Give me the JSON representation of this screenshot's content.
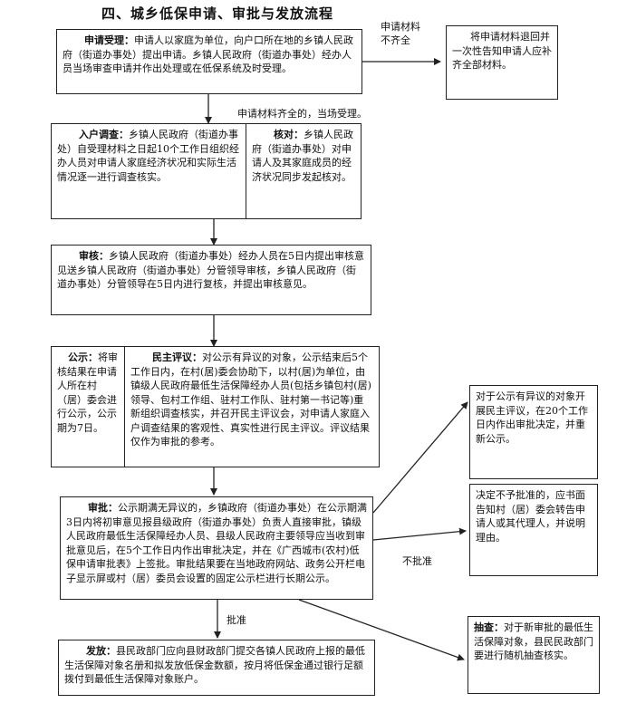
{
  "title": "四、城乡低保申请、审批与发放流程",
  "boxes": {
    "accept": {
      "label": "申请受理：",
      "text": "申请人以家庭为单位，向户口所在地的乡镇人民政府（街道办事处）提出申请。乡镇人民政府（街道办事处）经办人员当场审查申请并作出处理或在低保系统及时受理。"
    },
    "incomplete": {
      "text": "将申请材料退回并一次性告知申请人应补齐全部材料。"
    },
    "survey": {
      "label": "入户调查：",
      "text": "乡镇人民政府（街道办事处）自受理材料之日起10个工作日组织经办人员对申请人家庭经济状况和实际生活情况逐一进行调查核实。"
    },
    "verify": {
      "label": "核对：",
      "text": "乡镇人民政府（街道办事处）对申请人及其家庭成员的经济状况同步发起核对。"
    },
    "review": {
      "label": "审核：",
      "text": "乡镇人民政府（街道办事处）经办人员在5日内提出审核意见送乡镇人民政府（街道办事处）分管领导审核，乡镇人民政府（街道办事处）分管领导在5日内进行复核，并提出审核意见。"
    },
    "publicity": {
      "label": "公示：",
      "text": "将审核结果在申请人所在村（居）委会进行公示，公示期为7日。"
    },
    "democratic": {
      "label": "民主评议：",
      "text": "对公示有异议的对象，公示结束后5个工作日内，在村(居)委会协助下，以村(居)为单位，由镇级人民政府最低生活保障经办人员(包括乡镇包村(居)领导、包村工作组、驻村工作队、驻村第一书记等)重新组织调查核实，并召开民主评议会，对申请人家庭入户调查结果的客观性、真实性进行民主评议。评议结果仅作为审批的参考。"
    },
    "approval": {
      "label": "审批：",
      "text": "公示期满无异议的，乡镇政府（街道办事处）在公示期满3日内将初审意见报县级政府（街道办事处）负责人直接审批，镇级人民政府最低生活保障经办人员、县级人民政府主要领导应当收到审批意见后，在5个工作日内作出审批决定，并在《广西城市(农村)低保申请审批表》上签批。审批结果要在当地政府网站、政务公开栏电子显示屏或村（居）委员会设置的固定公示栏进行长期公示。"
    },
    "objection": {
      "text": "对于公示有异议的对象开展民主评议，在20个工作日内作出审批决定，并重新公示。"
    },
    "reject": {
      "text": "决定不予批准的，应书面告知村（居）委会转告申请人或其代理人，并说明理由。"
    },
    "payment": {
      "label": "发放：",
      "text": "县民政部门应向县财政部门提交各镇人民政府上报的最低生活保障对象名册和拟发放低保金数额，按月将低保金通过银行足额拨付到最低生活保障对象账户。"
    },
    "spotcheck": {
      "label": "抽查：",
      "text": "对于新审批的最低生活保障对象，县民民政部门要进行随机抽查核实。"
    }
  },
  "notes": {
    "incomplete_materials": "申请材料\n不齐全",
    "complete_materials": "申请材料齐全的，当场受理。",
    "not_approved": "不批准",
    "approved": "批准"
  }
}
